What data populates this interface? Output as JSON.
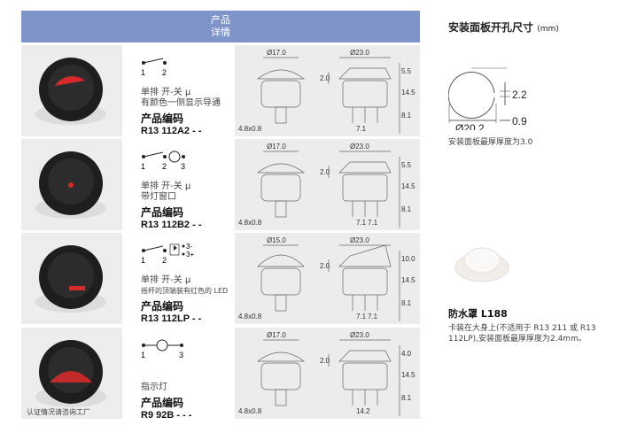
{
  "header": {
    "line1": "产品",
    "line2": "详情"
  },
  "rows": [
    {
      "desc1": "单排 开-关 μ",
      "desc2": "有颜色一侧显示导通",
      "code_label": "产品编码",
      "code": "R13 112A2 - -",
      "pins": [
        "1",
        "2"
      ],
      "dims": {
        "front_dia": "Ø17.0",
        "side_dia": "Ø23.0",
        "d1": "2.0",
        "d2": "5.5",
        "d3": "14.5",
        "d4": "8.1",
        "tab": "4.8x0.8",
        "pitch": [
          "7.1"
        ]
      }
    },
    {
      "desc1": "单排 开-关 μ",
      "desc2": "带灯窗口",
      "code_label": "产品编码",
      "code": "R13 112B2 - -",
      "pins": [
        "1",
        "2",
        "3"
      ],
      "dims": {
        "front_dia": "Ø17.0",
        "side_dia": "Ø23.0",
        "d1": "2.0",
        "d2": "5.5",
        "d3": "14.5",
        "d4": "8.1",
        "tab": "4.8x0.8",
        "pitch": [
          "7.1",
          "7.1"
        ]
      }
    },
    {
      "desc1": "单排 开-关 μ",
      "desc2": "摇杆的顶端装有红色的 LED",
      "code_label": "产品编码",
      "code": "R13 112LP - -",
      "pins": [
        "1",
        "2",
        "3-",
        "3+"
      ],
      "dims": {
        "front_dia": "Ø15.0",
        "side_dia": "Ø23.0",
        "d1": "2.0",
        "d2": "10.0",
        "d3": "14.5",
        "d4": "8.1",
        "tab": "4.8x0.8",
        "pitch": [
          "7.1",
          "7.1"
        ]
      }
    },
    {
      "desc1": "",
      "desc2": "指示灯",
      "code_label": "产品编码",
      "code": "R9 92B - - -",
      "pins": [
        "1",
        "3"
      ],
      "dims": {
        "front_dia": "Ø17.0",
        "side_dia": "Ø23.0",
        "d1": "2.0",
        "d2": "4.0",
        "d3": "14.5",
        "d4": "8.1",
        "tab": "4.8x0.8",
        "pitch": [
          "14.2"
        ]
      }
    }
  ],
  "footnote": "认证情况请咨询工厂",
  "panel": {
    "title": "安装面板开孔尺寸",
    "unit": "(mm)",
    "notch": "2.2",
    "dia": "Ø20.2",
    "gap": "0.9",
    "note": "安装面板最厚厚度为3.0"
  },
  "cover": {
    "title": "防水罩 L188",
    "note1": "卡装在大身上(不适用于 R13 211 或 R13",
    "note2": "112LP),安装面板最厚厚度为2.4mm。"
  },
  "colors": {
    "header": "#7f95c9",
    "red": "#d42a2a"
  }
}
